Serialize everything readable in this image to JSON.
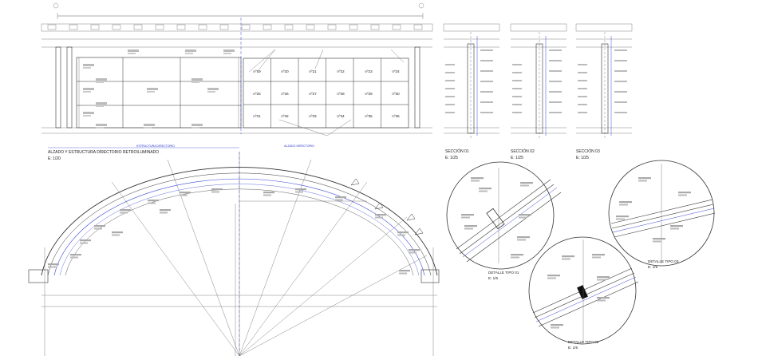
{
  "elevation": {
    "title": "ALZADO Y ESTRUCTURA DIRECTORIO RETROILUMINADO",
    "scale": "E: 1/20",
    "label_structure": "ESTRUCTURA DIRECTORIO",
    "label_directory": "ALZADO DIRECTORIO",
    "cells": [
      "nº19",
      "nº20",
      "nº21",
      "nº22",
      "nº23",
      "nº24",
      "nº25",
      "nº26",
      "nº27",
      "nº28",
      "nº29",
      "nº30",
      "nº31",
      "nº32",
      "nº33",
      "nº34",
      "nº35",
      "nº36"
    ]
  },
  "sections": [
    {
      "title": "SECCIÓN 01",
      "scale": "E: 1/25"
    },
    {
      "title": "SECCIÓN 02",
      "scale": "E: 1/25"
    },
    {
      "title": "SECCIÓN 03",
      "scale": "E: 1/25"
    }
  ],
  "details": [
    {
      "title": "DETALLE TIPO 01",
      "scale": "E: 1/5"
    },
    {
      "title": "DETALLE TIPO 02",
      "scale": "E: 1/5"
    },
    {
      "title": "DETALLE TIPO 03",
      "scale": "E: 1/5"
    }
  ]
}
